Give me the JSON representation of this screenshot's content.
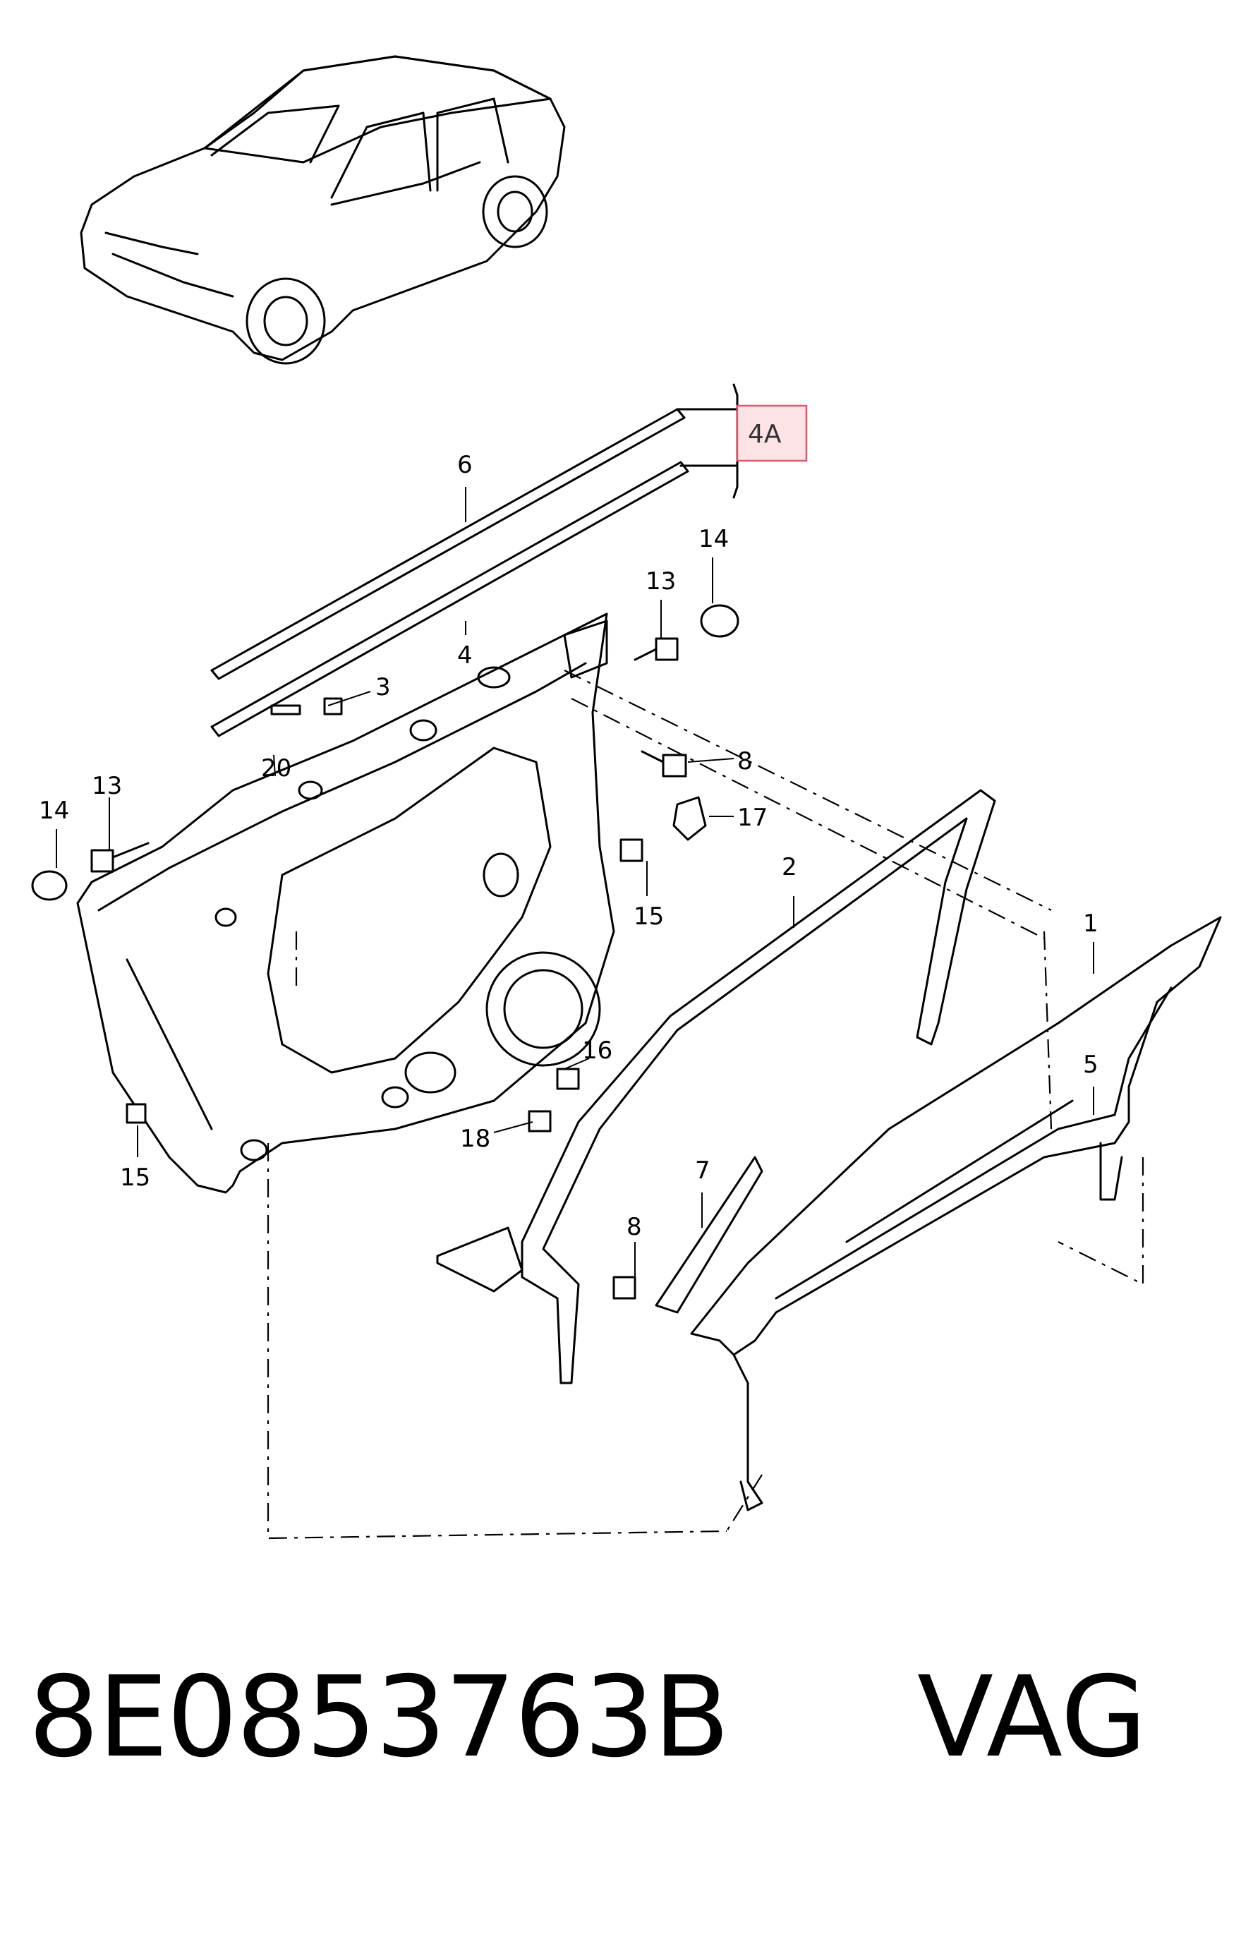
{
  "callouts": {
    "c1": "1",
    "c2": "2",
    "c3": "3",
    "c4": "4",
    "c5": "5",
    "c6": "6",
    "c7": "7",
    "c8": "8",
    "c8b": "8",
    "c13a": "13",
    "c13b": "13",
    "c14a": "14",
    "c14b": "14",
    "c15a": "15",
    "c15b": "15",
    "c16": "16",
    "c17": "17",
    "c18": "18",
    "c20": "20"
  },
  "reference_tag": "4A",
  "footer": {
    "part_number": "8E0853763B",
    "brand": "VAG"
  }
}
